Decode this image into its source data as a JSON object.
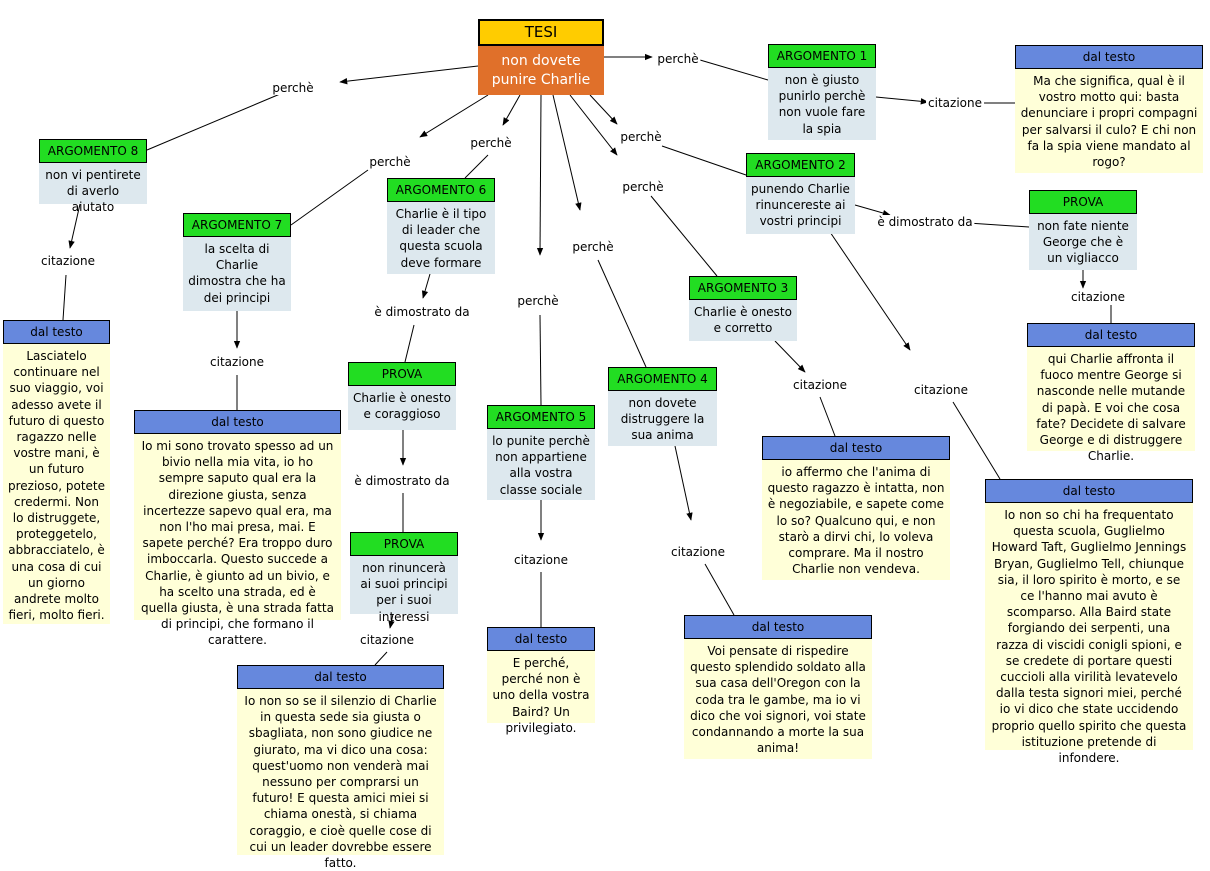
{
  "tesi": {
    "title": "TESI",
    "text": "non dovete punire Charlie"
  },
  "labels": {
    "perche": "perchè",
    "citazione": "citazione",
    "dimostrato": "è dimostrato da"
  },
  "nodes": {
    "arg1": {
      "header": "ARGOMENTO 1",
      "text": "non è giusto punirlo perchè non vuole fare la spia"
    },
    "arg2": {
      "header": "ARGOMENTO 2",
      "text": "punendo Charlie rinuncereste ai vostri principi"
    },
    "arg3": {
      "header": "ARGOMENTO 3",
      "text": "Charlie è onesto e corretto"
    },
    "arg4": {
      "header": "ARGOMENTO 4",
      "text": "non dovete distruggere la sua anima"
    },
    "arg5": {
      "header": "ARGOMENTO 5",
      "text": "lo punite perchè non appartiene alla vostra classe sociale"
    },
    "arg6": {
      "header": "ARGOMENTO 6",
      "text": "Charlie è il tipo di leader che questa scuola deve formare"
    },
    "arg7": {
      "header": "ARGOMENTO 7",
      "text": "la scelta di Charlie dimostra che ha dei principi"
    },
    "arg8": {
      "header": "ARGOMENTO 8",
      "text": "non vi pentirete di averlo aiutato"
    },
    "prova1": {
      "header": "PROVA",
      "text": "non fate niente George che è un vigliacco"
    },
    "prova2": {
      "header": "PROVA",
      "text": "Charlie è onesto e coraggioso"
    },
    "prova3": {
      "header": "PROVA",
      "text": "non rinuncerà ai suoi principi per i suoi interessi"
    },
    "testo1": {
      "header": "dal testo",
      "text": "Ma che significa, qual è il vostro motto qui: basta denunciare i propri compagni per salvarsi il culo? E chi non fa la spia viene mandato al rogo?"
    },
    "testo2": {
      "header": "dal testo",
      "text": "qui Charlie affronta il fuoco mentre George si nasconde nelle mutande di papà. E voi che cosa fate? Decidete di salvare George e di distruggere Charlie."
    },
    "testo3": {
      "header": "dal testo",
      "text": "Io non so chi ha frequentato questa scuola, Guglielmo Howard Taft, Guglielmo Jennings Bryan, Guglielmo Tell, chiunque sia, il loro spirito è morto, e se ce l'hanno mai avuto è scomparso. Alla Baird state forgiando dei serpenti, una razza di viscidi conigli spioni, e se credete di portare questi cuccioli alla virilità levatevelo dalla testa signori miei, perché io vi dico che state uccidendo proprio quello spirito che questa istituzione pretende di infondere."
    },
    "testo4": {
      "header": "dal testo",
      "text": "io affermo che l'anima di questo ragazzo è intatta, non è negoziabile, e sapete come lo so? Qualcuno qui, e non starò a dirvi chi, lo voleva comprare. Ma il nostro Charlie non vendeva."
    },
    "testo5": {
      "header": "dal testo",
      "text": "Voi pensate di rispedire questo splendido soldato alla sua casa dell'Oregon con la coda tra le gambe, ma io vi dico che voi signori, voi state condannando a morte la sua anima!"
    },
    "testo6": {
      "header": "dal testo",
      "text": "E perché, perché non è uno della vostra Baird? Un privilegiato."
    },
    "testo7": {
      "header": "dal testo",
      "text": "Io non so se il silenzio di Charlie in questa sede sia giusta o sbagliata, non sono giudice ne giurato, ma vi dico una cosa: quest'uomo non venderà mai nessuno per comprarsi un futuro! E questa amici miei si chiama onestà, si chiama coraggio, e cioè quelle cose di cui un leader dovrebbe essere fatto."
    },
    "testo8": {
      "header": "dal testo",
      "text": "Io mi sono trovato spesso ad un bivio nella mia vita, io ho sempre saputo qual era la direzione giusta, senza incertezze sapevo qual era, ma non l'ho mai presa, mai. E sapete perché? Era troppo duro imboccarla. Questo succede a Charlie, è giunto ad un bivio, e ha scelto una strada, ed è quella giusta, è una strada fatta di principi, che formano il carattere."
    },
    "testo9": {
      "header": "dal testo",
      "text": "Lasciatelo continuare nel suo viaggio, voi adesso avete il futuro di questo ragazzo nelle vostre mani, è un futuro prezioso, potete credermi. Non lo distruggete, proteggetelo, abbracciatelo, è una cosa di cui un giorno andrete molto fieri, molto fieri."
    }
  }
}
